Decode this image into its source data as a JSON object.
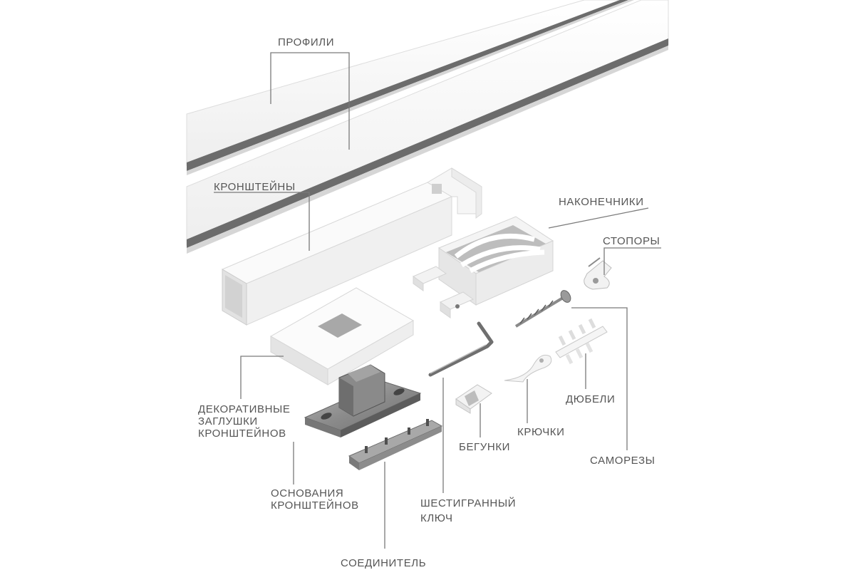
{
  "labels": {
    "profiles": "ПРОФИЛИ",
    "brackets": "КРОНШТЕЙНЫ",
    "finials": "НАКОНЕЧНИКИ",
    "stoppers": "СТОПОРЫ",
    "decor_caps": [
      "ДЕКОРАТИВНЫЕ",
      "ЗАГЛУШКИ",
      "КРОНШТЕЙНОВ"
    ],
    "bases": [
      "ОСНОВАНИЯ",
      "КРОНШТЕЙНОВ"
    ],
    "hex_key": [
      "ШЕСТИГРАННЫЙ",
      "КЛЮЧ"
    ],
    "runners": "БЕГУНКИ",
    "hooks": "КРЮЧКИ",
    "dowels": "ДЮБЕЛИ",
    "screws": "САМОРЕЗЫ",
    "connector": "СОЕДИНИТЕЛЬ"
  }
}
